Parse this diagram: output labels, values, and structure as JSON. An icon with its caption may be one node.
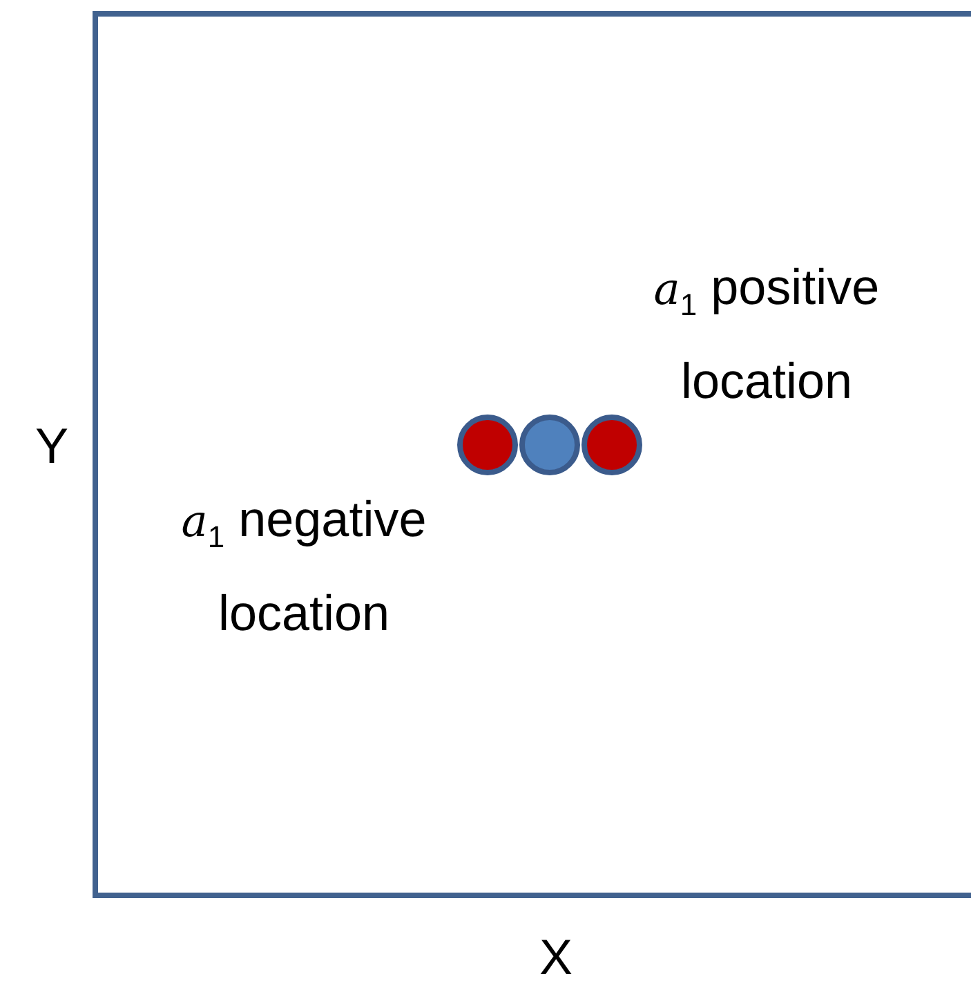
{
  "diagram": {
    "labels": [
      "*a*$_{1}$ positive location",
      "Y",
      "*a*$_{1}$ negative location",
      "X"
    ]
  }
}
